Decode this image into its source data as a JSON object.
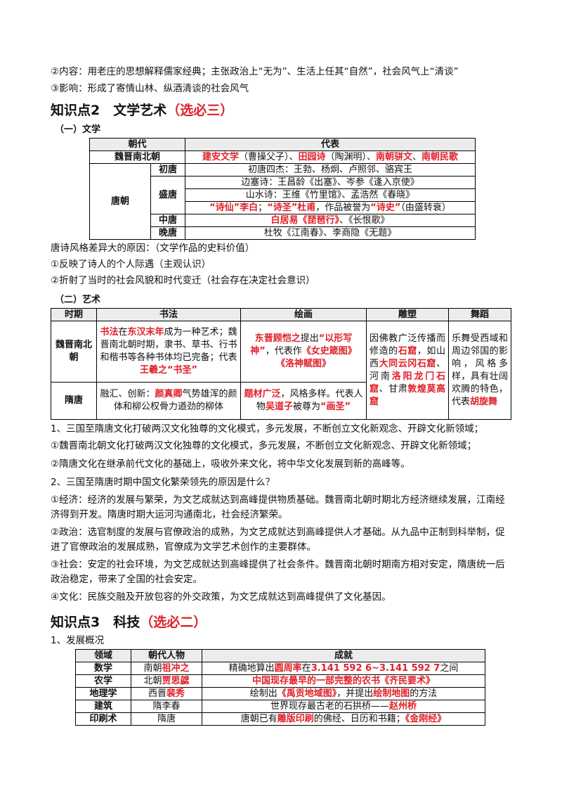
{
  "top_lines": [
    "②内容：用老庄的思想解释儒家经典；主张政治上“无为”、生活上任其“自然”，社会风气上“清谈”",
    "③影响：形成了寄情山林、纵酒清谈的社会风气"
  ],
  "section2": {
    "title": "知识点2　文学艺术",
    "tag": "（选必三）",
    "lit_heading": "（一）文学",
    "lit_table": {
      "headers": [
        "朝代",
        "代表"
      ],
      "weijin_label": "魏晋南北朝",
      "weijin": {
        "p1": "建安文学",
        "p2": "（曹操父子）、",
        "p3": "田园诗",
        "p4": "（陶渊明）、",
        "p5": "南朝骈文",
        "p6": "、",
        "p7": "南朝民歌"
      },
      "tang_label": "唐朝",
      "chu_label": "初唐",
      "chu": "初唐四杰：王勃、杨炯、卢照邻、骆宾王",
      "sheng_label": "盛唐",
      "sheng1": "边塞诗：王昌龄《出塞》、岑参《逢入京使》",
      "sheng2": "山水诗：王维《竹里馆》、孟浩然《春晓》",
      "sheng3": {
        "p1": "“诗仙”李白",
        "p2": "；",
        "p3": "“诗圣”杜甫",
        "p4": "，作品被誉为",
        "p5": "“诗史”",
        "p6": "（由盛转衰）"
      },
      "zhong_label": "中唐",
      "zhong": {
        "p1": "白居易《琵琶行》",
        "p2": "、《长恨歌》"
      },
      "wan_label": "晚唐",
      "wan": "杜牧《江南春》、李商隐《无题》"
    },
    "lit_notes": [
      "唐诗风格差异大的原因：（文学作品的史料价值）",
      "①反映了诗人的个人际遇（主观认识）",
      "②折射了当时的社会风貌和时代变迁（社会存在决定社会意识）"
    ],
    "art_heading": "（二）艺术",
    "art_table": {
      "headers": [
        "时期",
        "书法",
        "绘画",
        "雕塑",
        "舞蹈"
      ],
      "row1_label": "魏晋南北朝",
      "row1_shufa": {
        "p1": "书法",
        "p2": "在",
        "p3": "东汉末年",
        "p4": "成为一种艺术；魏晋南北朝时期，隶书、草书、行书和楷书等各种书体均已完备；代表",
        "p5": "王羲之“书圣”"
      },
      "row1_huihua": {
        "p1": "东晋顾恺之",
        "p2": "提出",
        "p3": "“以形写神”",
        "p4": "，代表作",
        "p5": "《女史箴图》《洛神赋图》"
      },
      "row2_label": "隋唐",
      "row2_shufa": {
        "p1": "融汇、创新：",
        "p2": "颜真卿",
        "p3": "气势雄浑的颜体和柳公权骨力遒劲的柳体"
      },
      "row2_huihua": {
        "p1": "题材广泛",
        "p2": "，风格多样。代表人物",
        "p3": "吴道子",
        "p4": "被尊为",
        "p5": "“画圣”"
      },
      "diaosu": {
        "p1": "因佛教广泛传播而修造的",
        "p2": "石窟",
        "p3": "，如山西",
        "p4": "大同云冈石窟",
        "p5": "、河南",
        "p6": "洛阳龙门石窟",
        "p7": "、甘肃",
        "p8": "敦煌莫高窟"
      },
      "wudao": {
        "p1": "乐舞受西域和周边邻国的影响，风格多样，具有壮阔欢腾的特色，代表",
        "p2": "胡旋舞"
      }
    },
    "notes": [
      "1、三国至隋唐文化打破两汉文化独尊的文化模式，多元发展，不断创立文化新观念、开辟文化新领域；",
      "①魏晋南北朝文化打破两汉文化独尊的文化模式，多元发展，不断创立文化新观念、开辟文化新领域；",
      "②隋唐文化在继承前代文化的基础上，吸收外来文化，将中华文化发展到新的高峰等。",
      "2、三国至隋唐时期中国文化繁荣领先的原因是什么？",
      "①经济：经济的发展与繁荣，为文艺成就达到高峰提供物质基础。魏晋南北朝时期北方经济继续发展，江南经济得到开发。隋唐时期大运河沟通南北，社会经济繁荣。",
      "②政治：选官制度的发展与官僚政治的成熟，为文艺成就达到高峰提供人才基础。从九品中正制到科举制，促进了官僚政治的发展成熟，官僚成为文学艺术创作的主要群体。",
      "③社会：安定的社会环境，为文艺成就达到高峰提供了社会条件。魏晋南北朝时期南方相对安定，隋唐统一后政治稳定，带来了全国的社会安定。",
      "④文化：民族交融及开放包容的外交政策，为文艺成就达到高峰提供了文化基因。"
    ]
  },
  "section3": {
    "title": "知识点3　科技",
    "tag": "（选必二）",
    "sub": "1、发展概况",
    "table": {
      "headers": [
        "领域",
        "朝代人物",
        "成就"
      ],
      "rows": [
        {
          "field": "数学",
          "era": "南朝",
          "person": "祖冲之",
          "a1": "精确地算出",
          "a2": "圆周率",
          "a3": "在",
          "a4": "3.141 592 6~3.141 592 7",
          "a5": "之间"
        },
        {
          "field": "农学",
          "era": "北朝",
          "person": "贾思勰",
          "a1": "",
          "a2": "中国现存最早的一部完整的农书《齐民要术》",
          "a3": "",
          "a4": "",
          "a5": ""
        },
        {
          "field": "地理学",
          "era": "西晋",
          "person": "裴秀",
          "a1": "绘制出",
          "a2": "《禹贡地域图》",
          "a3": "，并提出",
          "a4": "绘制地图",
          "a5": "的方法"
        },
        {
          "field": "建筑",
          "era": "隋李春",
          "person": "",
          "a1": "世界现存最古老的石拱桥——",
          "a2": "赵州桥",
          "a3": "",
          "a4": "",
          "a5": ""
        },
        {
          "field": "印刷术",
          "era": "隋唐",
          "person": "",
          "a1": "唐朝已有",
          "a2": "雕版印刷",
          "a3": "的佛经、日历和书籍；",
          "a4": "《金刚经》",
          "a5": ""
        }
      ]
    }
  }
}
